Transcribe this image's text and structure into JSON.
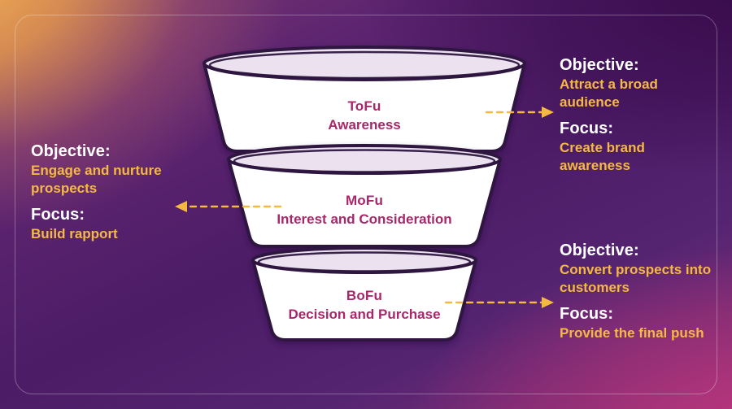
{
  "diagram": {
    "type": "marketing-funnel",
    "background": {
      "corner_top_left": "#f4b250",
      "corner_top_right": "#3a0d4e",
      "corner_bottom_left": "#4a2068",
      "corner_bottom_right": "#a8397d"
    },
    "palette": {
      "funnel_fill": "#ffffff",
      "funnel_rim_fill": "#ece2ef",
      "funnel_stroke": "#2d1640",
      "tier_label": "#a8276b",
      "annotation_label": "#ffffff",
      "annotation_value": "#f5b942",
      "connector": "#f5b942"
    },
    "tiers": [
      {
        "abbr": "ToFu",
        "stage": "Awareness",
        "objective_label": "Objective:",
        "objective_value": "Attract a broad audience",
        "focus_label": "Focus:",
        "focus_value": "Create brand awareness",
        "annotation_side": "right",
        "arrow_direction": "right"
      },
      {
        "abbr": "MoFu",
        "stage": "Interest and Consideration",
        "objective_label": "Objective:",
        "objective_value": "Engage and nurture prospects",
        "focus_label": "Focus:",
        "focus_value": "Build rapport",
        "annotation_side": "left",
        "arrow_direction": "left"
      },
      {
        "abbr": "BoFu",
        "stage": "Decision and Purchase",
        "objective_label": "Objective:",
        "objective_value": "Convert prospects into customers",
        "focus_label": "Focus:",
        "focus_value": "Provide the final push",
        "annotation_side": "right",
        "arrow_direction": "right"
      }
    ]
  }
}
